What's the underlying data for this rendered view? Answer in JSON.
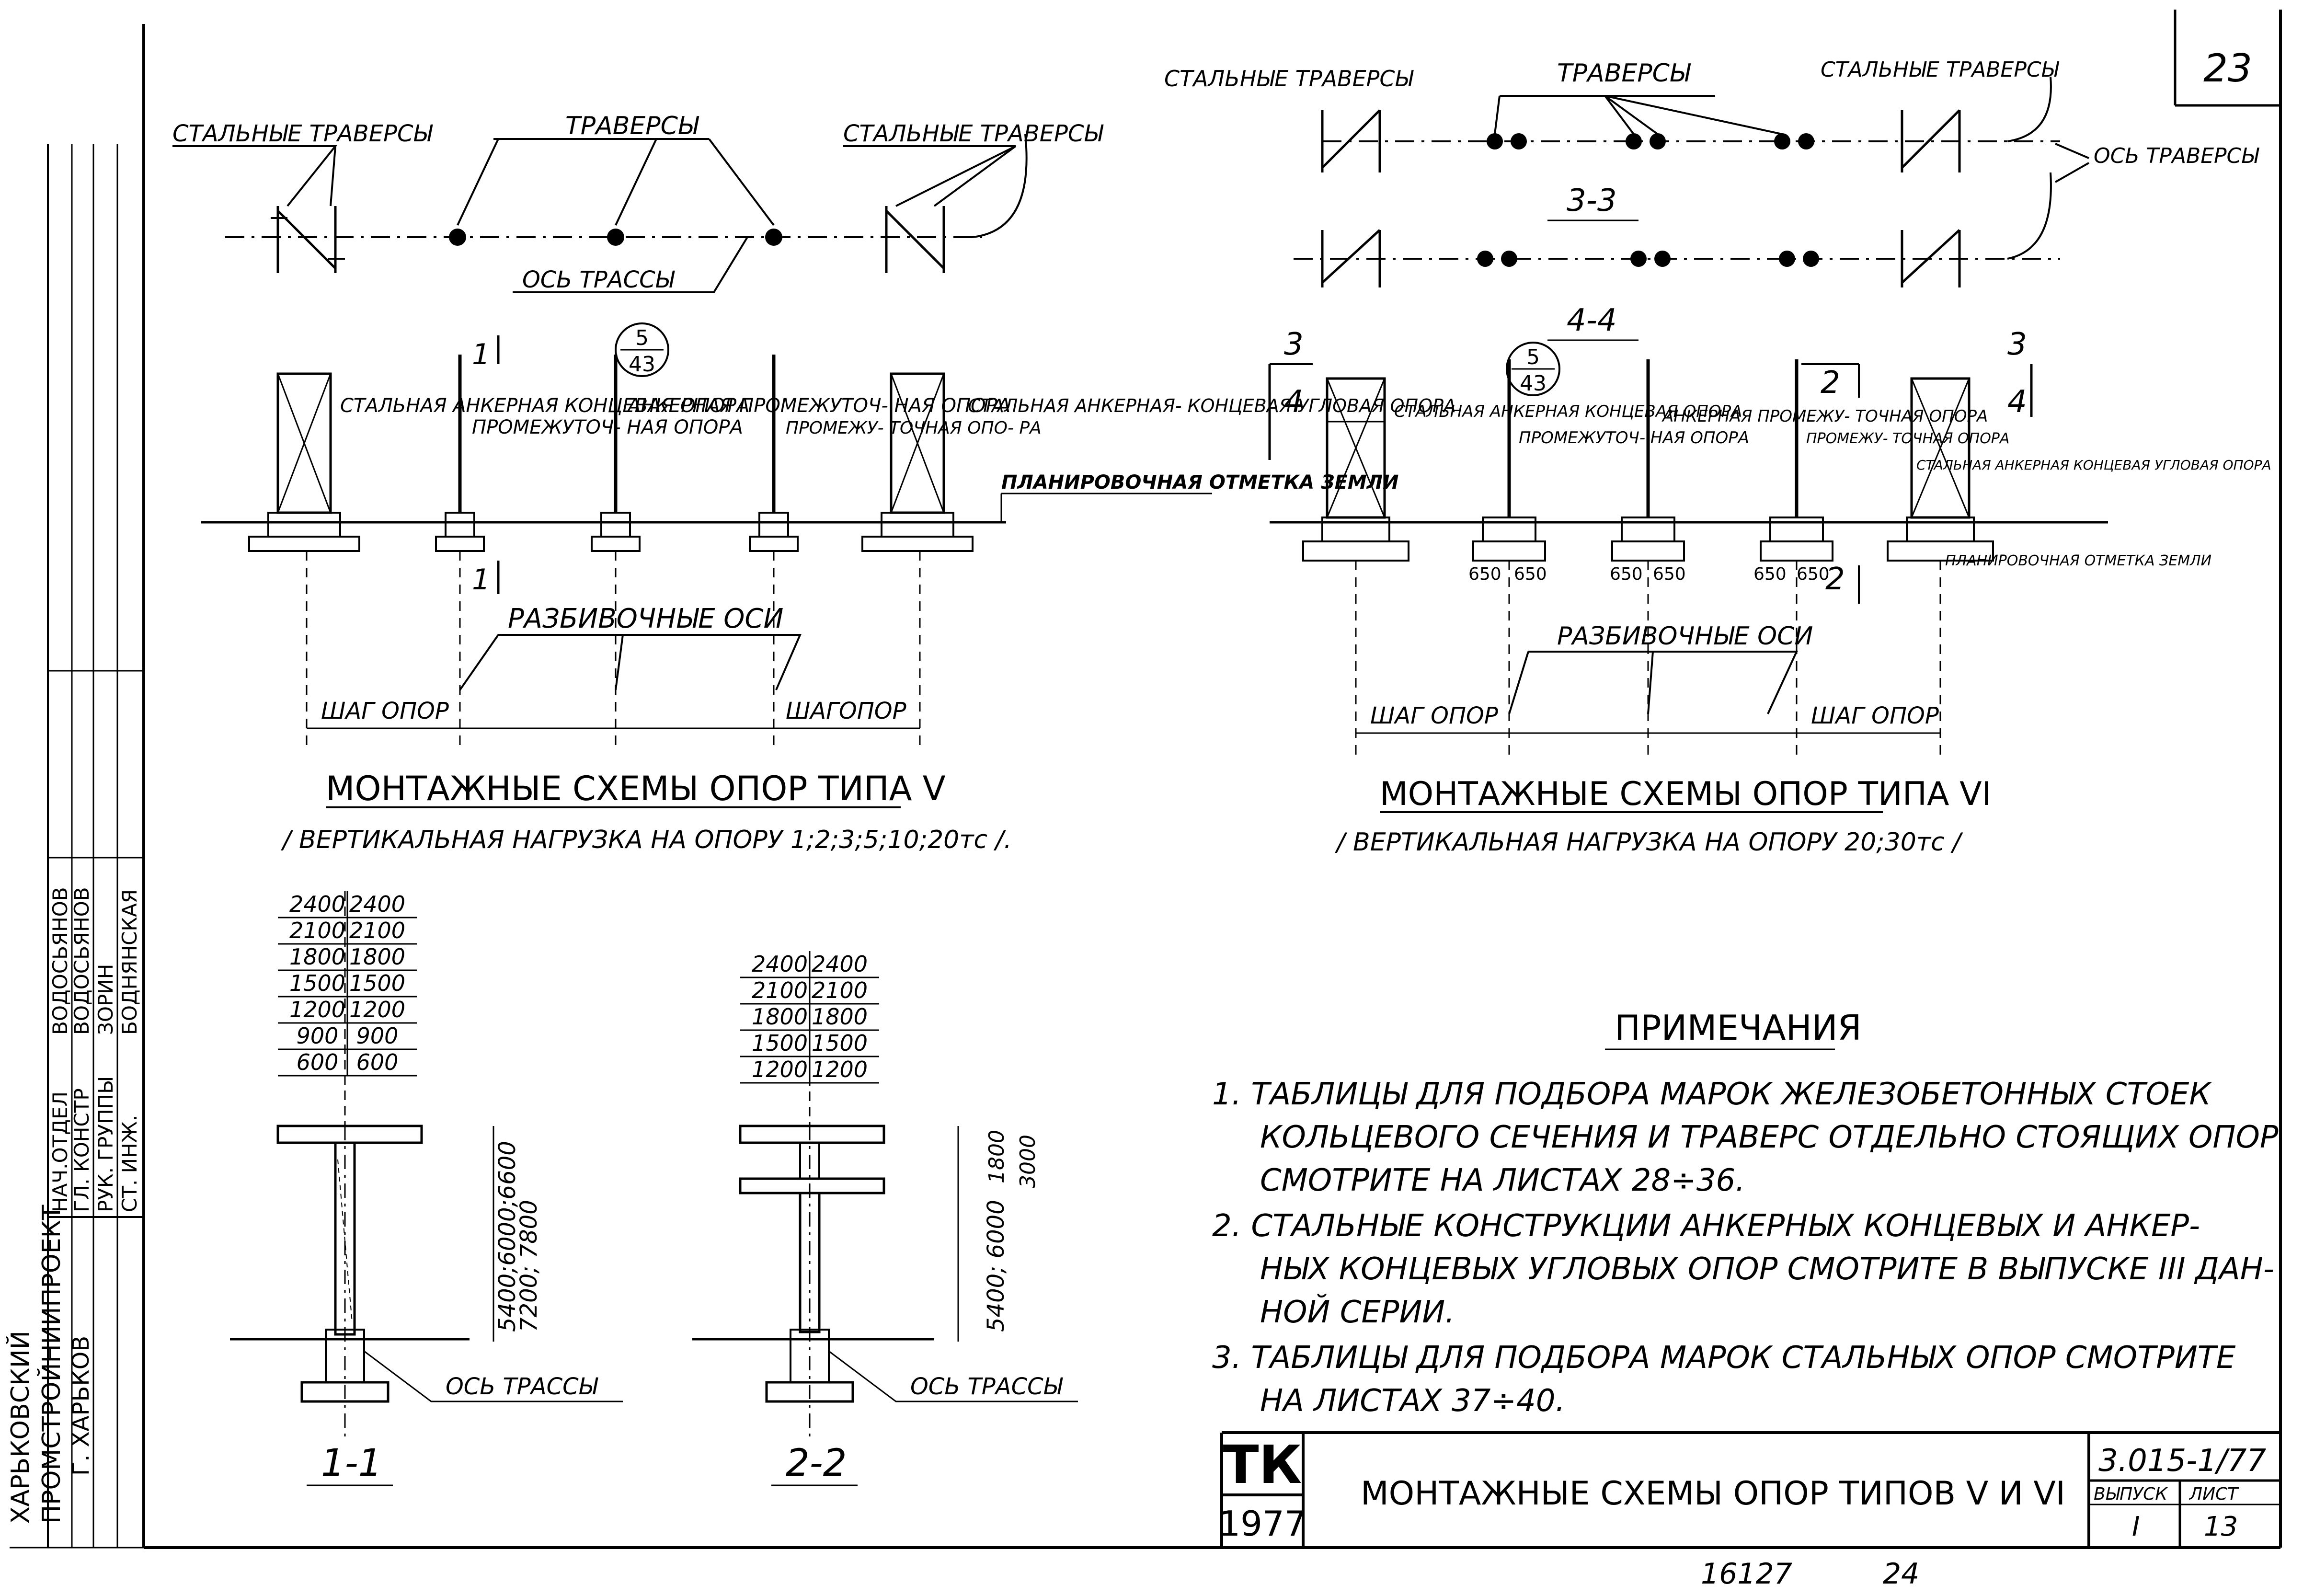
{
  "sheet_number": "23",
  "stamp": {
    "org_line1": "ХАРЬКОВСКИЙ",
    "org_line2": "ПРОМСТРОЙНИИПРОЕКТ",
    "org_line3": "Г. ХАРЬКОВ",
    "roles": [
      "НАЧ.ОТДЕЛ",
      "ГЛ. КОНСТР",
      "РУК. ГРУППЫ",
      "СТ. ИНЖ."
    ],
    "names": [
      "ВОДОСЬЯНОВ",
      "ВОДОСЬЯНОВ",
      "ЗОРИН",
      "БОДНЯНСКАЯ"
    ]
  },
  "left_plan": {
    "steel_traverses_left": "СТАЛЬНЫЕ ТРАВЕРСЫ",
    "traverses": "ТРАВЕРСЫ",
    "steel_traverses_right": "СТАЛЬНЫЕ ТРАВЕРСЫ",
    "route_axis": "ОСЬ ТРАССЫ"
  },
  "left_elevation": {
    "section_mark": "1",
    "node_top": "5",
    "node_bottom": "43",
    "label_end_anchor": "СТАЛЬНАЯ АНКЕРНАЯ КОНЦЕВАЯ ОПОРА",
    "label_intermediate": "ПРОМЕЖУТОЧ- НАЯ ОПОРА",
    "label_anchor_intermediate": "АНКЕРНАЯ ПРОМЕЖУТОЧ- НАЯ ОПОРА",
    "label_intermediate2": "ПРОМЕЖУ- ТОЧНАЯ ОПО- РА",
    "label_steel_corner": "СТАЛЬНАЯ АНКЕРНАЯ- КОНЦЕВАЯ УГЛОВАЯ ОПОРА",
    "label_ground": "ПЛАНИРОВОЧНАЯ ОТМЕТКА ЗЕМЛИ",
    "layout_axes": "РАЗБИВОЧНЫЕ ОСИ",
    "pitch_left": "ШАГ ОПОР",
    "pitch_right": "ШАГОПОР"
  },
  "left_caption": {
    "title": "МОНТАЖНЫЕ СХЕМЫ ОПОР ТИПА V",
    "subtitle": "/ ВЕРТИКАЛЬНАЯ НАГРУЗКА НА ОПОРУ 1;2;3;5;10;20тс /."
  },
  "right_plan": {
    "steel_traverses_left": "СТАЛЬНЫЕ ТРАВЕРСЫ",
    "traverses": "ТРАВЕРСЫ",
    "steel_traverses_right": "СТАЛЬНЫЕ ТРАВЕРСЫ",
    "traverse_axis": "ОСЬ ТРАВЕРСЫ",
    "section_33": "3-3",
    "section_44": "4-4"
  },
  "right_elevation": {
    "mark_3": "3",
    "mark_4": "4",
    "mark_2": "2",
    "node_top": "5",
    "node_bottom": "43",
    "label_end_anchor": "СТАЛЬНАЯ АНКЕРНАЯ КОНЦЕВАЯ ОПОРА",
    "label_intermediate": "ПРОМЕЖУТОЧ- НАЯ ОПОРА",
    "label_anchor_intermediate": "АНКЕРНАЯ ПРОМЕЖУ- ТОЧНАЯ ОПОРА",
    "label_intermediate2": "ПРОМЕЖУ- ТОЧНАЯ ОПОРА",
    "label_steel_corner": "СТАЛЬНАЯ АНКЕРНАЯ КОНЦЕВАЯ УГЛОВАЯ ОПОРА",
    "label_ground": "ПЛАНИРОВОЧНАЯ ОТМЕТКА ЗЕМЛИ",
    "dim_650": "650",
    "layout_axes": "РАЗБИВОЧНЫЕ ОСИ",
    "pitch_left": "ШАГ ОПОР",
    "pitch_right": "ШАГ ОПОР"
  },
  "right_caption": {
    "title": "МОНТАЖНЫЕ СХЕМЫ ОПОР ТИПА VI",
    "subtitle": "/ ВЕРТИКАЛЬНАЯ НАГРУЗКА НА ОПОРУ 20;30тс /"
  },
  "section_11": {
    "table": [
      [
        "2400",
        "2400"
      ],
      [
        "2100",
        "2100"
      ],
      [
        "1800",
        "1800"
      ],
      [
        "1500",
        "1500"
      ],
      [
        "1200",
        "1200"
      ],
      [
        "900",
        "900"
      ],
      [
        "600",
        "600"
      ]
    ],
    "height_dims_1": "5400;6000;6600",
    "height_dims_2": "7200; 7800",
    "route_axis": "ОСЬ ТРАССЫ",
    "label": "1-1"
  },
  "section_22": {
    "table": [
      [
        "2400",
        "2400"
      ],
      [
        "2100",
        "2100"
      ],
      [
        "1800",
        "1800"
      ],
      [
        "1500",
        "1500"
      ],
      [
        "1200",
        "1200"
      ]
    ],
    "dim_1800": "1800",
    "dim_3000": "3000",
    "height_dims": "5400; 6000",
    "route_axis": "ОСЬ ТРАССЫ",
    "label": "2-2"
  },
  "notes": {
    "heading": "ПРИМЕЧАНИЯ",
    "lines": [
      "1. ТАБЛИЦЫ ДЛЯ ПОДБОРА МАРОК ЖЕЛЕЗОБЕТОННЫХ СТОЕК",
      "КОЛЬЦЕВОГО СЕЧЕНИЯ И ТРАВЕРС ОТДЕЛЬНО СТОЯЩИХ ОПОР",
      "СМОТРИТЕ НА ЛИСТАХ 28÷36.",
      "2. СТАЛЬНЫЕ КОНСТРУКЦИИ АНКЕРНЫХ КОНЦЕВЫХ И АНКЕР-",
      "НЫХ КОНЦЕВЫХ УГЛОВЫХ ОПОР СМОТРИТЕ В ВЫПУСКЕ III ДАН-",
      "НОЙ СЕРИИ.",
      "3. ТАБЛИЦЫ ДЛЯ ПОДБОРА МАРОК СТАЛЬНЫХ ОПОР СМОТРИТЕ",
      "НА ЛИСТАХ 37÷40."
    ]
  },
  "title_block": {
    "tk": "ТК",
    "year": "1977",
    "title": "МОНТАЖНЫЕ СХЕМЫ ОПОР ТИПОВ V И VI",
    "series": "3.015-1/77",
    "issue_label": "ВЫПУСК",
    "issue": "I",
    "sheet_label": "ЛИСТ",
    "sheet": "13"
  },
  "footer": {
    "num1": "16127",
    "num2": "24"
  }
}
